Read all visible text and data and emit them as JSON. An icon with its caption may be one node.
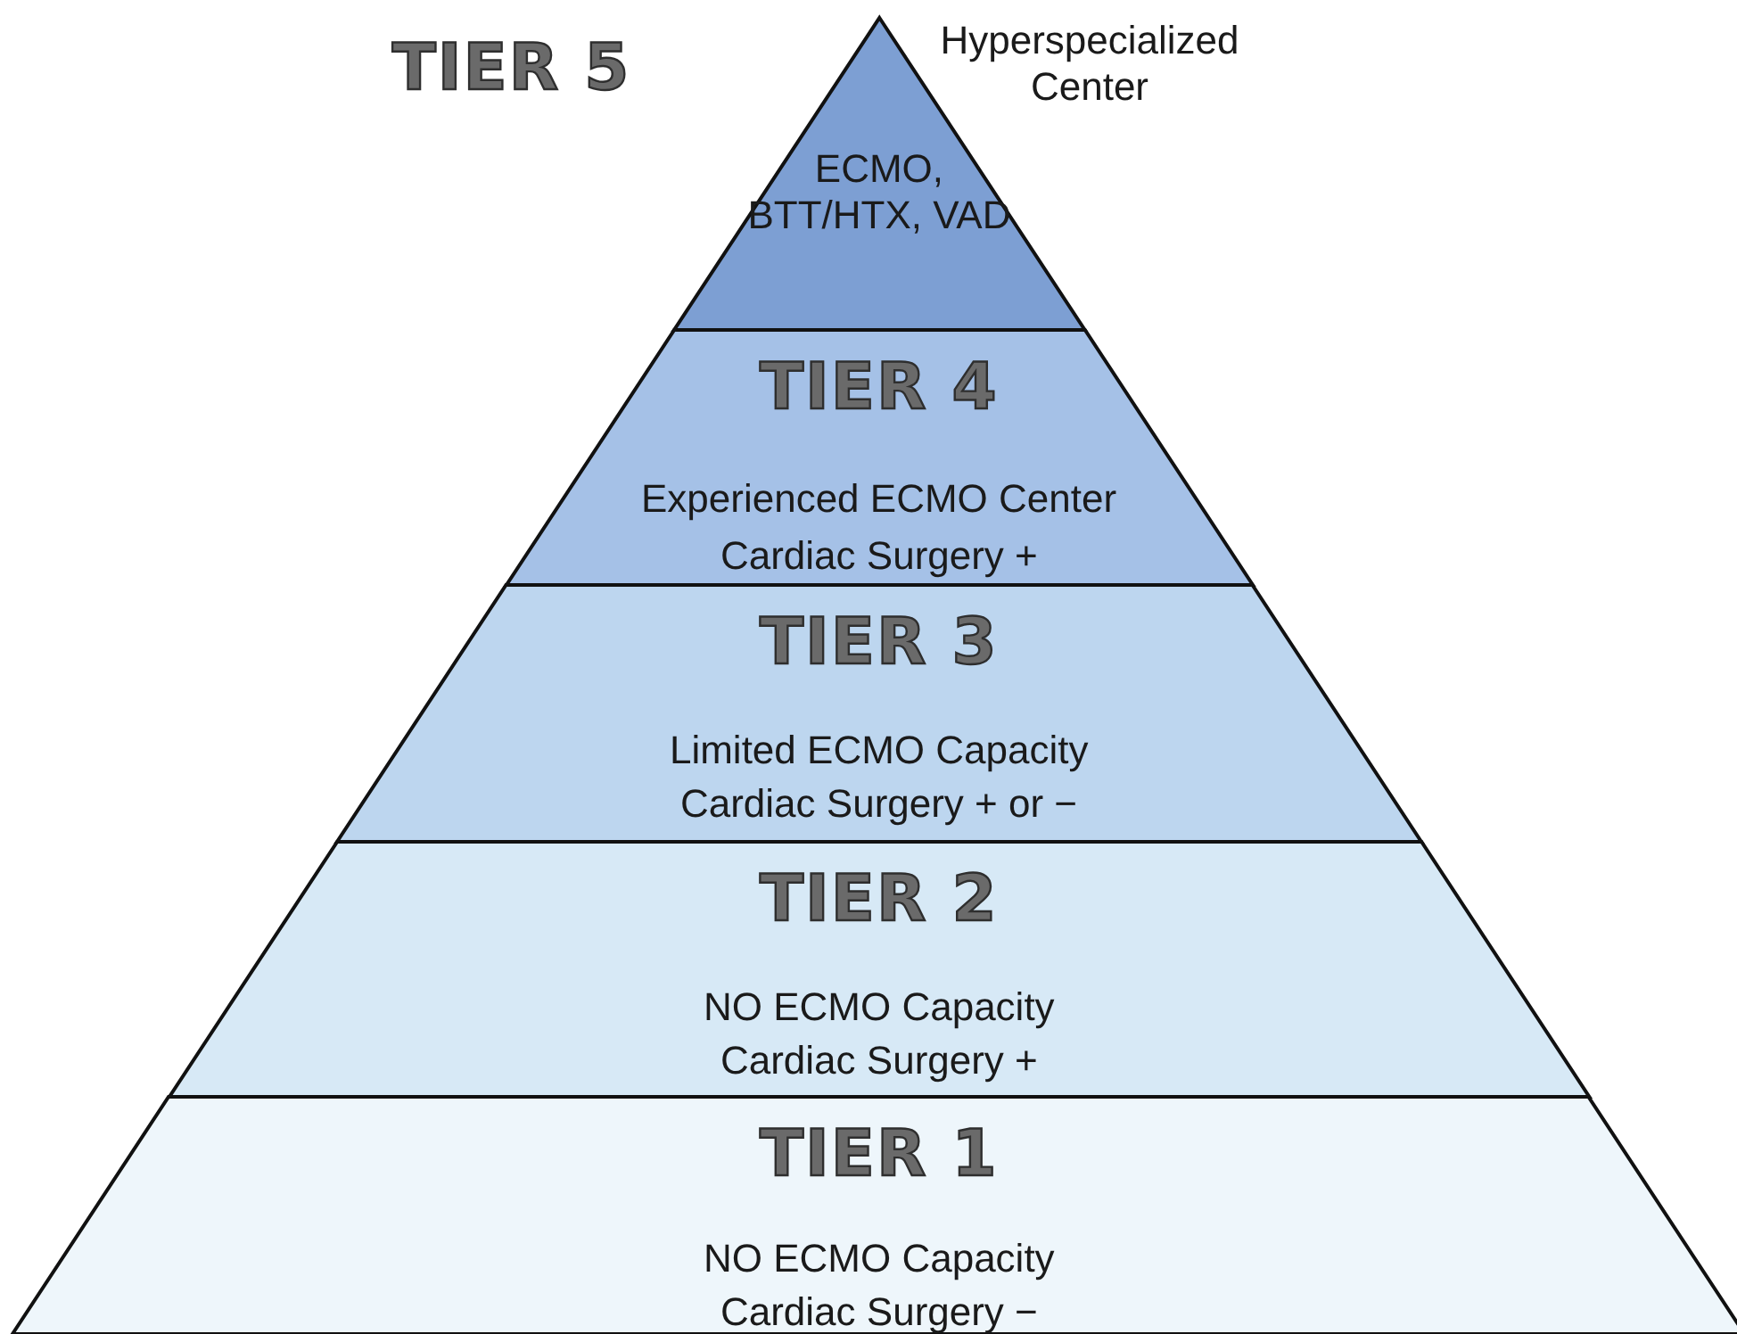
{
  "diagram": {
    "nodes": [
      {
        "text": [
          "TIER 5",
          "ECMO, BTT/HTX, VAD"
        ],
        "beside": [
          "Hyperspecialized Center"
        ]
      },
      {
        "text": [
          "TIER 4",
          "Experienced ECMO Center",
          "Cardiac Surgery +"
        ]
      },
      {
        "text": [
          "TIER 3",
          "Limited ECMO Capacity",
          "Cardiac Surgery + or −"
        ]
      },
      {
        "text": [
          "TIER 2",
          "NO ECMO Capacity",
          "Cardiac Surgery +"
        ]
      },
      {
        "text": [
          "TIER 1",
          "NO ECMO Capacity",
          "Cardiac Surgery −"
        ]
      }
    ]
  }
}
